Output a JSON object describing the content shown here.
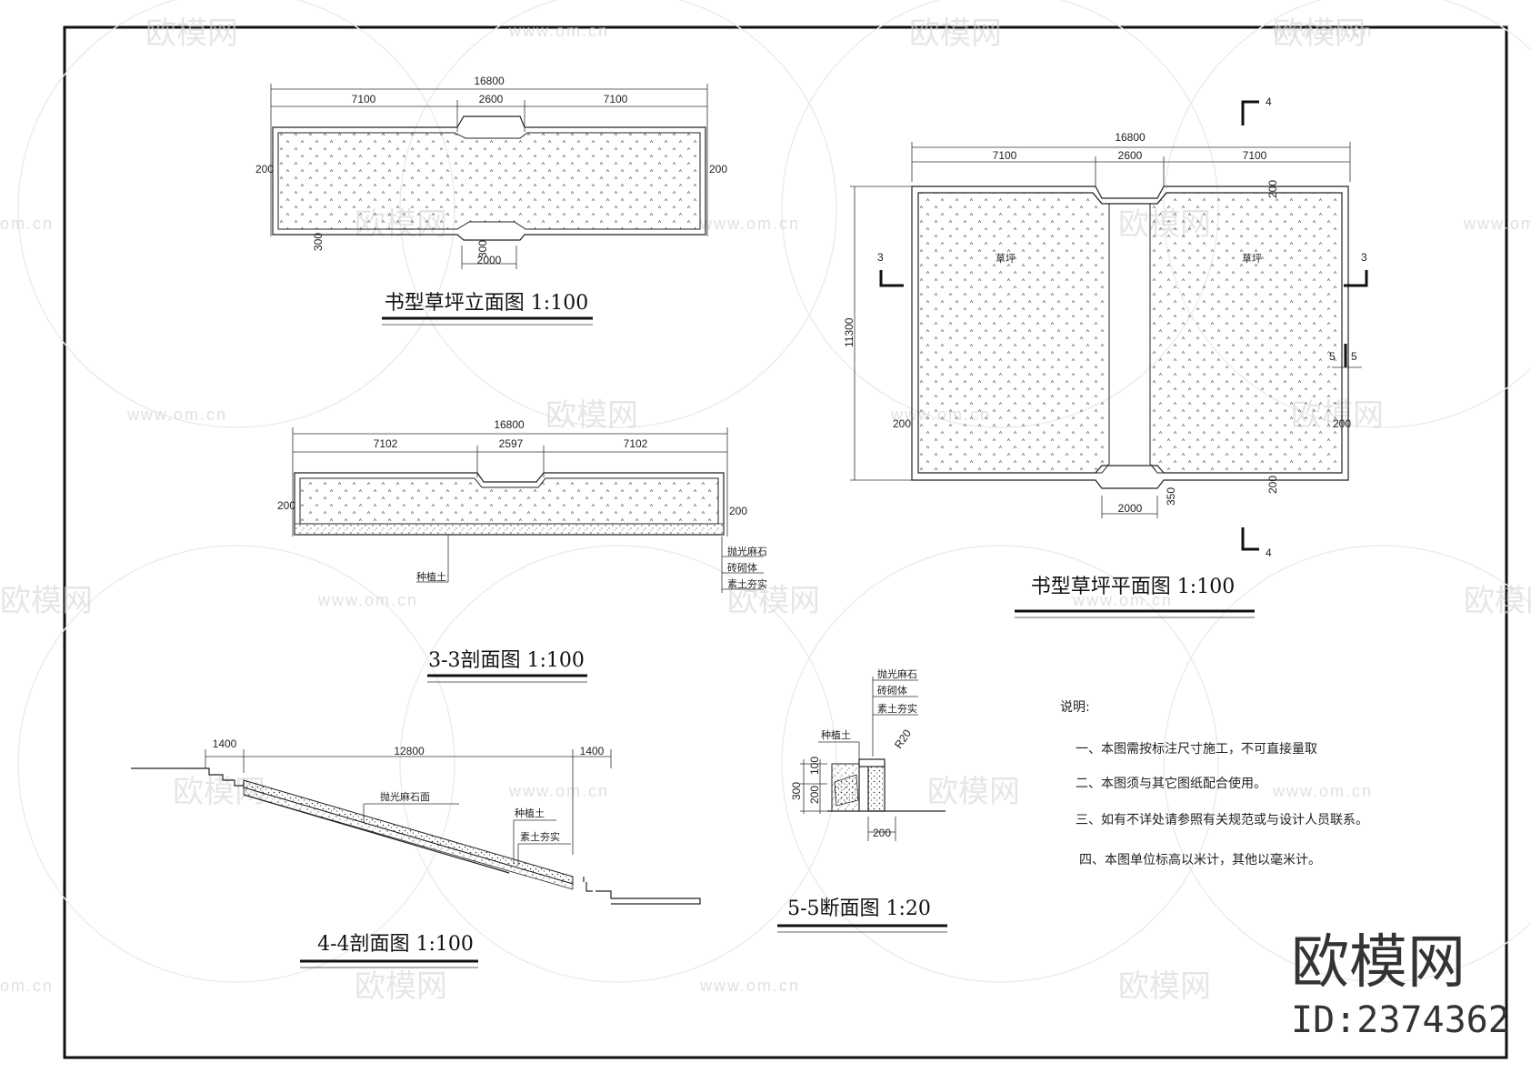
{
  "watermark": {
    "brand_text": "欧模网",
    "url_text": "www.om.cn",
    "url_short": "om.cn",
    "id_text": "ID:2374362"
  },
  "elevation": {
    "title": "书型草坪立面图 1:100",
    "total": "16800",
    "left": "7100",
    "middle": "2600",
    "right": "7100",
    "side_left": "200",
    "side_right": "200",
    "bottom_small": "300",
    "bottom_small2": "300",
    "bottom_width": "2000"
  },
  "plan": {
    "title": "书型草坪平面图 1:100",
    "total": "16800",
    "left": "7100",
    "middle": "2600",
    "right": "7100",
    "height": "11300",
    "top_gap": "200",
    "side_left": "200",
    "side_right": "200",
    "bottom_gap": "200",
    "bottom_notch": "350",
    "bottom_width": "2000",
    "lawn_left": "草坪",
    "lawn_right": "草坪",
    "cut3_left": "3",
    "cut3_right": "3",
    "cut4_top": "4",
    "cut4_bottom": "4",
    "cut5_left": "5",
    "cut5_right": "5"
  },
  "section33": {
    "title": "3-3剖面图 1:100",
    "total": "16800",
    "left": "7102",
    "middle": "2597",
    "right": "7102",
    "side_left": "200",
    "side_right": "200",
    "soil_label": "种植土",
    "layer1": "抛光麻石",
    "layer2": "砖砌体",
    "layer3": "素土夯实"
  },
  "section44": {
    "title": "4-4剖面图 1:100",
    "left": "1400",
    "middle": "12800",
    "right": "1400",
    "surface_label": "抛光麻石面",
    "soil_label": "种植土",
    "base_label": "素土夯实"
  },
  "section55": {
    "title": "5-5断面图 1:20",
    "layer1": "抛光麻石",
    "layer2": "砖砌体",
    "layer3": "素土夯实",
    "soil_label": "种植土",
    "radius": "R20",
    "h_total": "300",
    "h_top": "100",
    "h_bottom": "200",
    "width": "200"
  },
  "notes": {
    "heading": "说明:",
    "items": [
      "一、本图需按标注尺寸施工，不可直接量取",
      "二、本图须与其它图纸配合使用。",
      "三、如有不详处请参照有关规范或与设计人员联系。",
      "四、本图单位标高以米计，其他以毫米计。"
    ]
  }
}
